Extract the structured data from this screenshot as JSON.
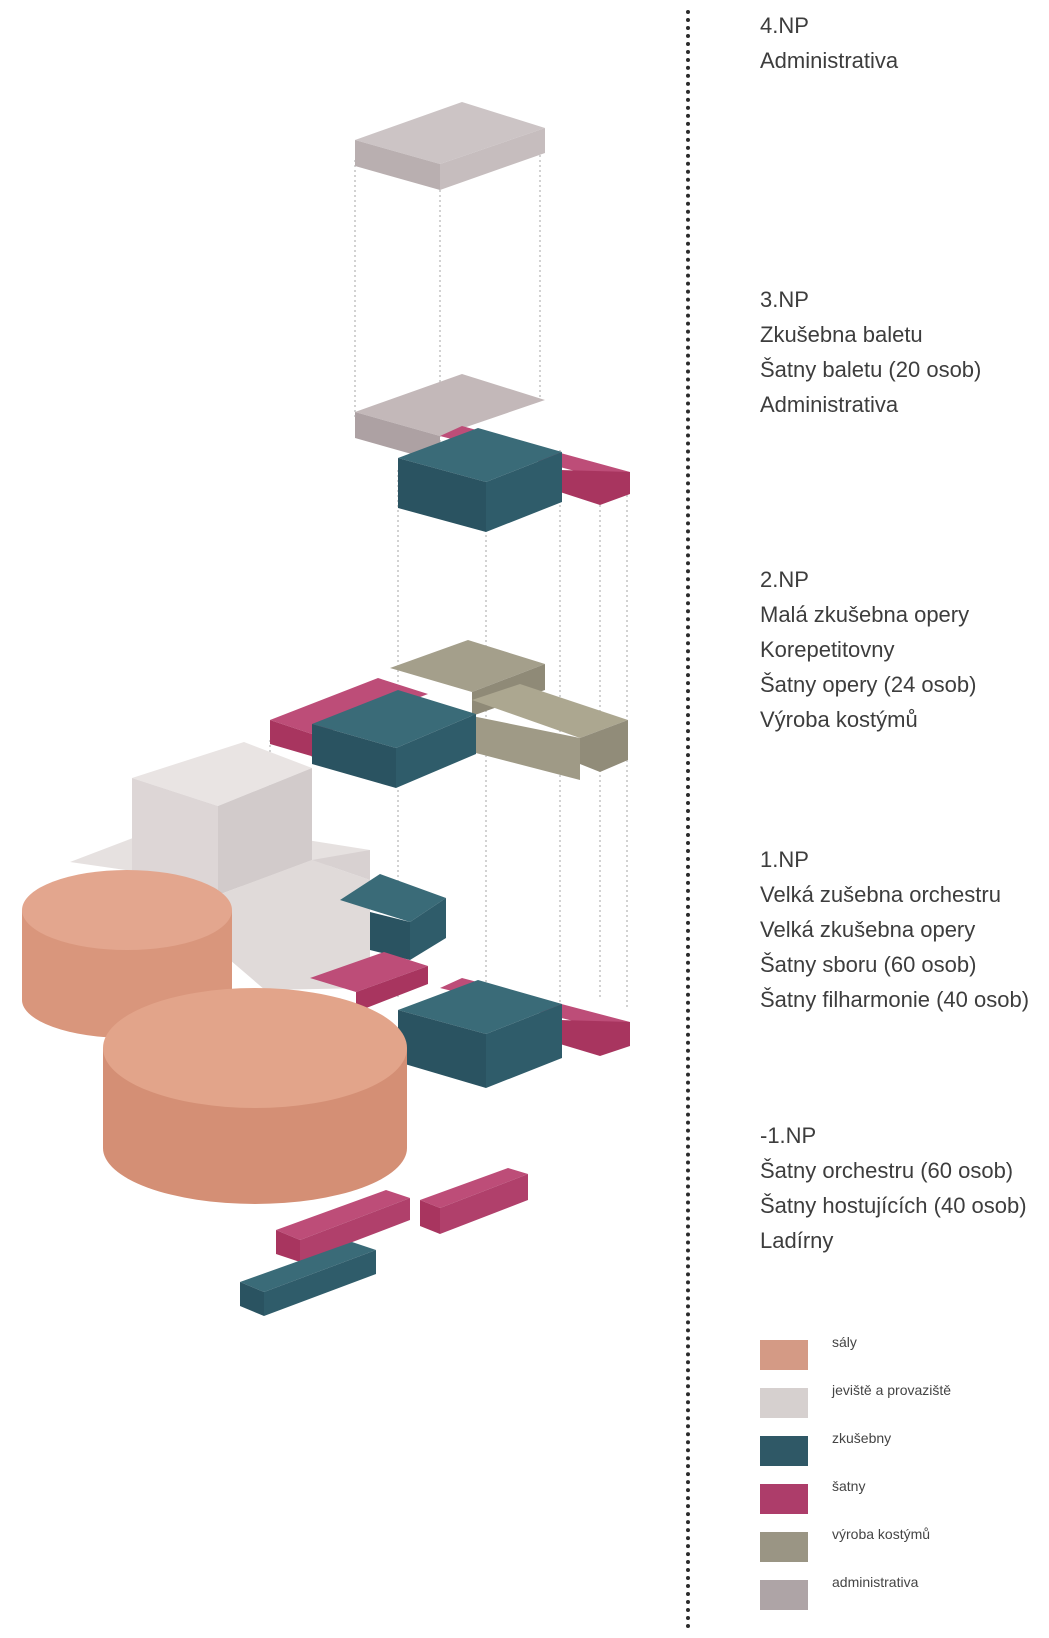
{
  "floors": [
    {
      "level": "4.NP",
      "rooms": [
        "Administrativa"
      ]
    },
    {
      "level": "3.NP",
      "rooms": [
        "Zkušebna baletu",
        "Šatny baletu (20 osob)",
        "Administrativa"
      ]
    },
    {
      "level": "2.NP",
      "rooms": [
        "Malá zkušebna opery",
        "Korepetitovny",
        "Šatny opery (24 osob)",
        "Výroba kostýmů"
      ]
    },
    {
      "level": "1.NP",
      "rooms": [
        "Velká zušebna orchestru",
        "Velká zkušebna opery",
        "Šatny sboru (60 osob)",
        "Šatny filharmonie (40 osob)"
      ]
    },
    {
      "level": "-1.NP",
      "rooms": [
        "Šatny orchestru (60 osob)",
        "Šatny hostujících (40 osob)",
        "Ladírny"
      ]
    }
  ],
  "legend": [
    {
      "label": "sály",
      "color": "#d49a85"
    },
    {
      "label": "jeviště a provaziště",
      "color": "#d6d0cf"
    },
    {
      "label": "zkušebny",
      "color": "#2f5866"
    },
    {
      "label": "šatny",
      "color": "#ad3d6a"
    },
    {
      "label": "výroba kostýmů",
      "color": "#9a9584"
    },
    {
      "label": "administrativa",
      "color": "#aea4a6"
    }
  ]
}
